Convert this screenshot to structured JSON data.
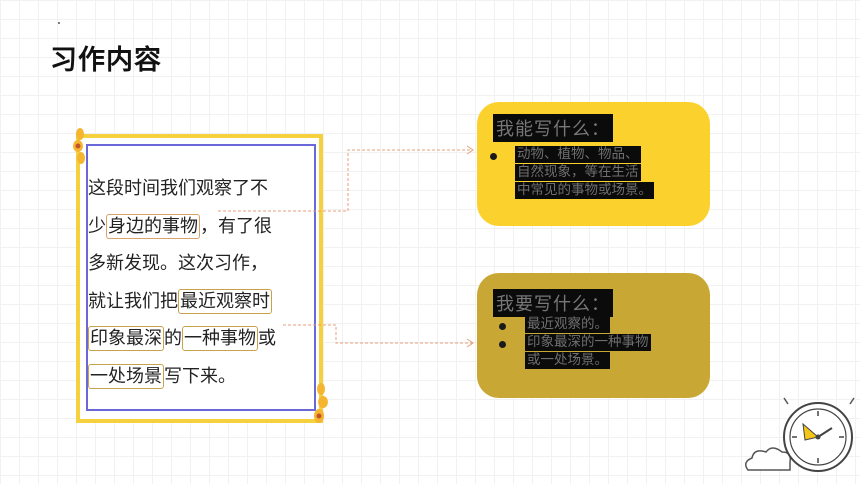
{
  "page": {
    "title": "习作内容"
  },
  "passage": {
    "lines": [
      [
        "这段时间我们观察了不"
      ],
      [
        "少",
        "身边的事物",
        "，有了很"
      ],
      [
        "多新发现。这次习作，"
      ],
      [
        "就让我们把",
        "最近观察时"
      ],
      [
        "印象最深",
        "的",
        "一种事物",
        "或"
      ],
      [
        "一处场景",
        "写下来。"
      ]
    ]
  },
  "card1": {
    "heading": "我能写什么：",
    "bullets": [
      [
        "动物、植物、物品、",
        "自然现象，等在生活",
        "中常见的事物或场景。"
      ]
    ]
  },
  "card2": {
    "heading": "我要写什么：",
    "bullets": [
      [
        "最近观察的。"
      ],
      [
        "印象最深的一种事物",
        "或一处场景。"
      ]
    ]
  },
  "colors": {
    "frame_yellow": "#f5d13e",
    "frame_purple": "#6a67d8",
    "card1_bg": "#fbd12d",
    "card2_bg": "#c9a735",
    "connector": "#e8a07a"
  },
  "icons": [
    "flower-icon",
    "clock-icon",
    "cloud-icon",
    "bullet-icon"
  ]
}
